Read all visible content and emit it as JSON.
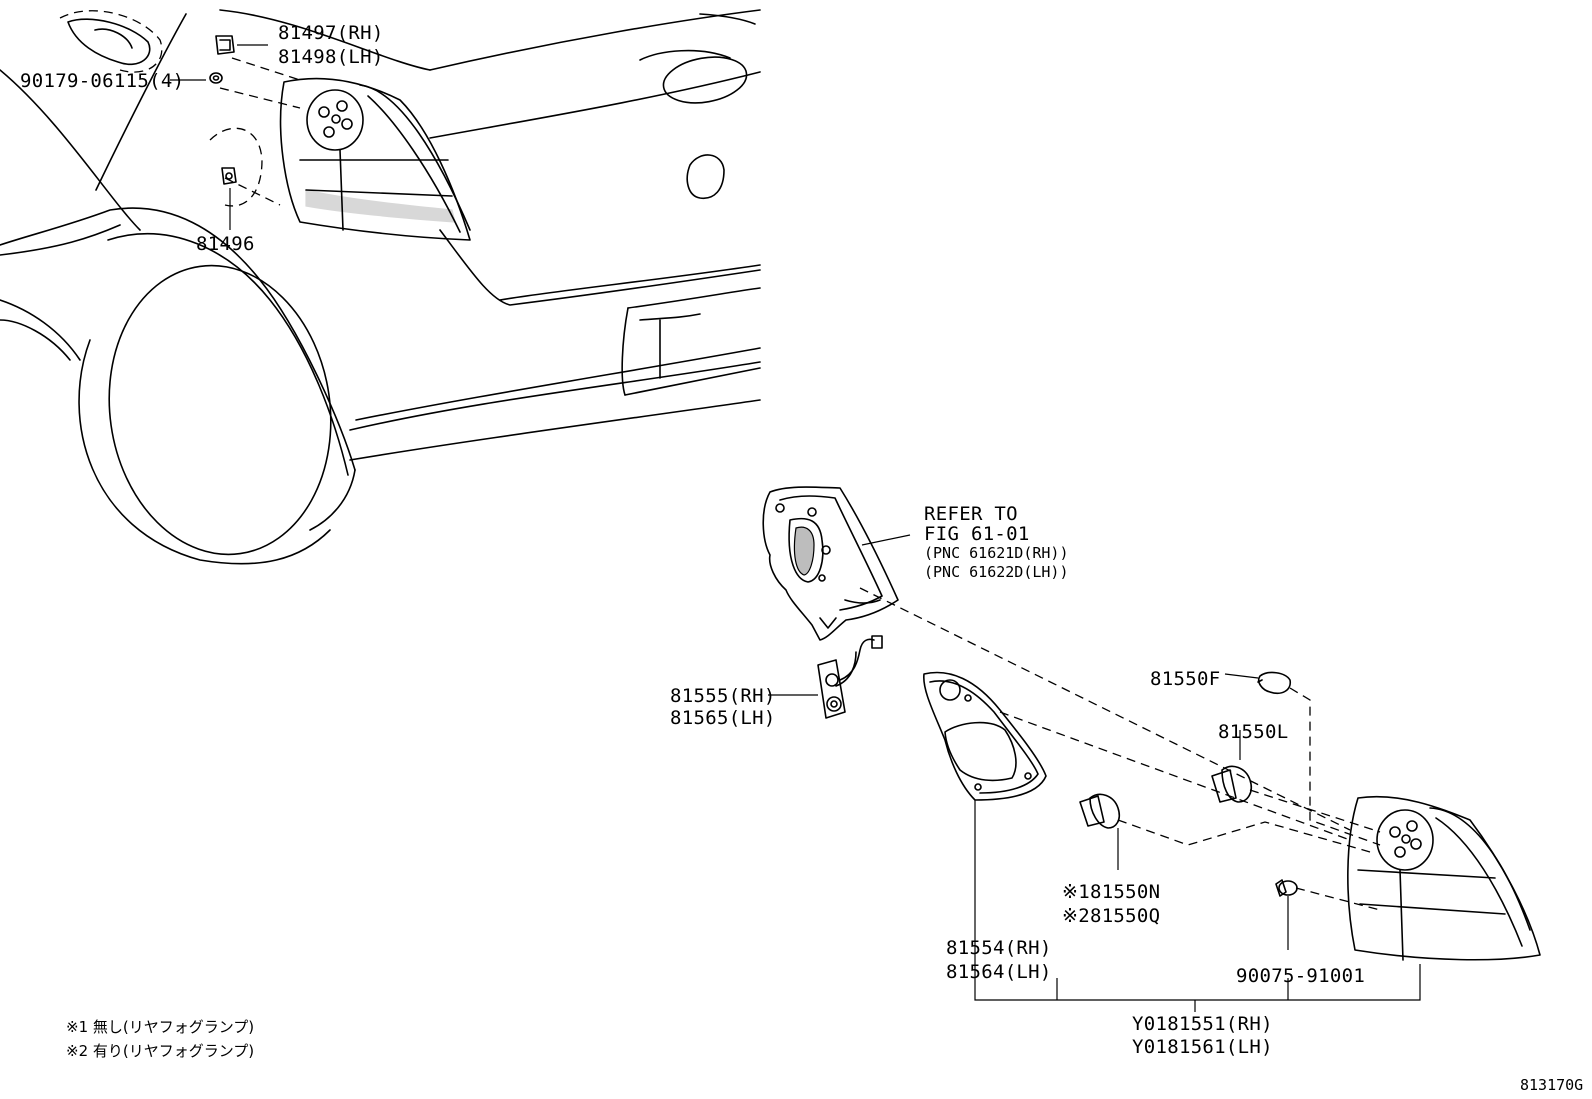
{
  "labels": {
    "p81497": "81497(RH)",
    "p81498": "81498(LH)",
    "p90179": "90179-06115(4)",
    "p81496": "81496",
    "refer1": "REFER TO",
    "refer2": "FIG 61-01",
    "refer3": "(PNC 61621D(RH))",
    "refer4": "(PNC 61622D(LH))",
    "p81550F": "81550F",
    "p81550L": "81550L",
    "p81555": "81555(RH)",
    "p81565": "81565(LH)",
    "p81550N": "※181550N",
    "p81550Q": "※281550Q",
    "p81554": "81554(RH)",
    "p81564": "81564(LH)",
    "p90075": "90075-91001",
    "y181551": "Y0181551(RH)",
    "y181561": "Y0181561(LH)",
    "note1": "※1 無し(リヤフォグランプ)",
    "note2": "※2 有り(リヤフォグランプ)",
    "figure_code": "813170G"
  }
}
